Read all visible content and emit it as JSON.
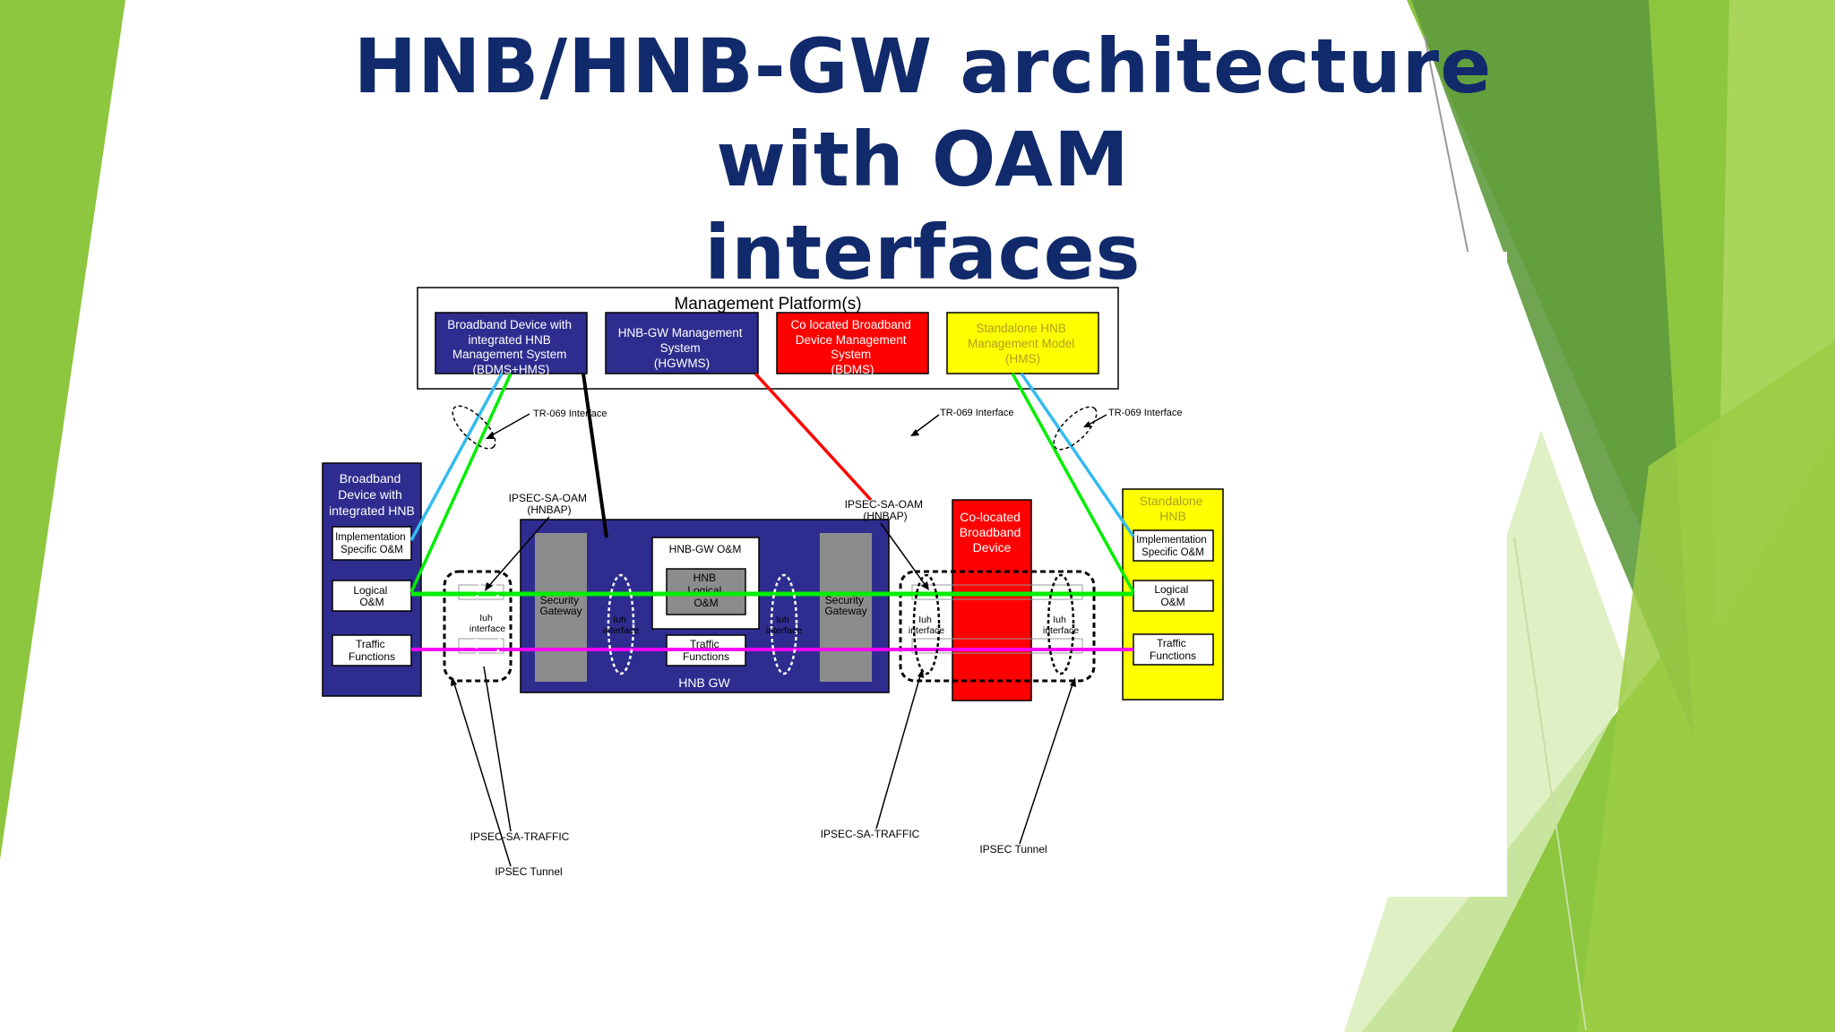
{
  "title": {
    "line1": "HNB/HNB-GW architecture with OAM",
    "line2": "interfaces"
  },
  "diagram": {
    "platform_title": "Management Platform(s)",
    "platform_boxes": {
      "bdms_hms": [
        "Broadband  Device with",
        "integrated HNB",
        "Management System",
        "(BDMS+HMS)"
      ],
      "hgwms": [
        "HNB-GW Management",
        "System",
        "(HGWMS)"
      ],
      "bdms": [
        "Co located Broadband",
        "Device Management",
        "System",
        "(BDMS)"
      ],
      "hms": [
        "Standalone HNB",
        "Management Model",
        "(HMS)"
      ]
    },
    "left_device": {
      "title": [
        "Broadband",
        "Device with",
        "integrated HNB"
      ],
      "impl": [
        "Implementation",
        "Specific O&M"
      ],
      "logical": [
        "Logical",
        "O&M"
      ],
      "traffic": [
        "Traffic",
        "Functions"
      ]
    },
    "hnbgw": {
      "label": "HNB GW",
      "om": "HNB-GW O&M",
      "logical": [
        "HNB",
        "Logical",
        "O&M"
      ],
      "traffic": [
        "Traffic",
        "Functions"
      ],
      "sec_gw_left": [
        "Security",
        "Gateway"
      ],
      "sec_gw_right": [
        "Security",
        "Gateway"
      ]
    },
    "colocated": [
      "Co-located",
      "Broadband",
      "Device"
    ],
    "standalone": {
      "title": [
        "Standalone",
        "HNB"
      ],
      "impl": [
        "Implementation",
        "Specific O&M"
      ],
      "logical": [
        "Logical",
        "O&M"
      ],
      "traffic": [
        "Traffic",
        "Functions"
      ]
    },
    "iuh_label": [
      "Iuh",
      "interface"
    ],
    "annotations": {
      "tr069_left": "TR-069 Interface",
      "tr069_mid": "TR-069 Interface",
      "tr069_right": "TR-069 Interface",
      "ipsec_oam_left": [
        "IPSEC-SA-OAM",
        "(HNBAP)"
      ],
      "ipsec_oam_right": [
        "IPSEC-SA-OAM",
        "(HNBAP)"
      ],
      "ipsec_traffic_left": "IPSEC-SA-TRAFFIC",
      "ipsec_traffic_right": "IPSEC-SA-TRAFFIC",
      "ipsec_tunnel_left": "IPSEC Tunnel",
      "ipsec_tunnel_right": "IPSEC Tunnel"
    }
  },
  "colors": {
    "title": "#112a6b",
    "navy_box": "#2e2d8f",
    "red_box": "#ff0000",
    "yellow_box": "#ffff00",
    "gray_box": "#8c8c8c",
    "green_line": "#00ee00",
    "magenta_line": "#ff00ff",
    "cyan_line": "#33bbee",
    "accent_green": "#8dc63f"
  }
}
